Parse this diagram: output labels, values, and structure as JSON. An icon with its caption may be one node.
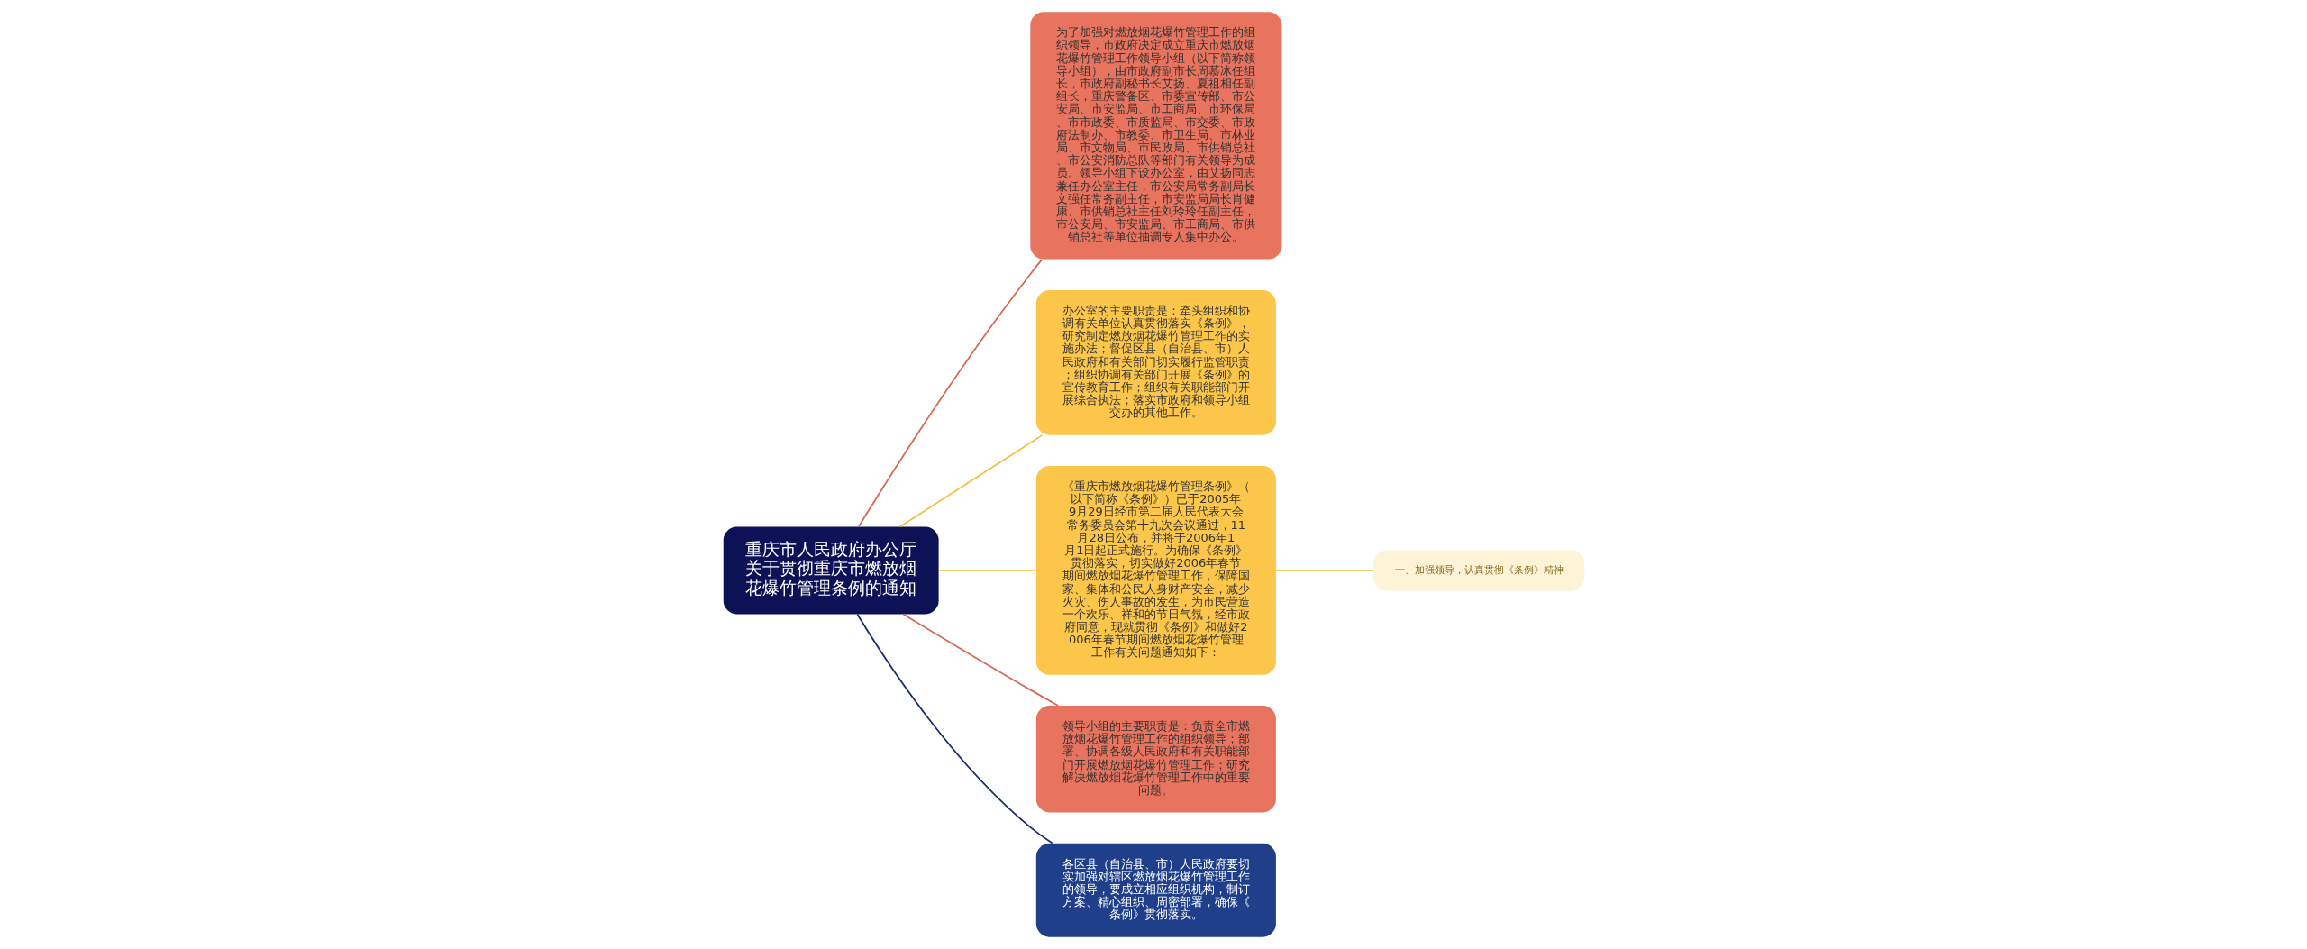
{
  "diagram": {
    "nodes": [
      {
        "text": [
          "重庆市人民政府办公厅关于贯彻重庆市燃放烟花爆竹管理条例的通知"
        ]
      },
      {
        "text": [
          "为了加强对燃放烟花爆竹管理工作的组织领导，市政府决定成立重庆市燃放烟花爆竹管理工作领导小组（以下简称领导小组），由市政府副市长周慕冰任组长，市政府副秘书长艾扬、夏祖相任副组长，重庆警备区、市委宣传部、市公安局、市安监局、市工商局、市环保局、市市政委、市质监局、市交委、市政府法制办、市教委、市卫生局、市林业局、市文物局、市民政局、市供销总社、市公安消防总队等部门有关领导为成员。领导小组下设办公室，由艾扬同志兼任办公室主任，市公安局常务副局长文强任常务副主任，市安监局局长肖健康、市供销总社主任刘玲玲任副主任，市公安局、市安监局、市工商局、市供销总社等单位抽调专人集中办公。"
        ]
      },
      {
        "text": [
          "办公室的主要职责是：牵头组织和协调有关单位认真贯彻落实《条例》，研究制定燃放烟花爆竹管理工作的实施办法；督促区县（自治县、市）人民政府和有关部门切实履行监管职责；组织协调有关部门开展《条例》的宣传教育工作；组织有关职能部门开展综合执法；落实市政府和领导小组交办的其他工作。"
        ]
      },
      {
        "text": [
          "《重庆市燃放烟花爆竹管理条例》（以下简称《条例》）已于2005年9月29日经市第二届人民代表大会常务委员会第十九次会议通过，11月28日公布，并将于2006年1月1日起正式施行。为确保《条例》贯彻落实，切实做好2006年春节期间燃放烟花爆竹管理工作，保障国家、集体和公民人身财产安全，减少火灾、伤人事故的发生，为市民营造一个欢乐、祥和的节日气氛，经市政府同意，现就贯彻《条例》和做好2006年春节期间燃放烟花爆竹管理工作有关问题通知如下："
        ]
      },
      {
        "text": [
          "领导小组的主要职责是：负责全市燃放烟花爆竹管理工作的组织领导；部署、协调各级人民政府和有关职能部门开展燃放烟花爆竹管理工作；研究解决燃放烟花爆竹管理工作中的重要问题。"
        ]
      },
      {
        "text": [
          "各区县（自治县、市）人民政府要切实加强对辖区燃放烟花爆竹管理工作的领导，要成立相应组织机构，制订方案、精心组织、周密部署，确保《条例》贯彻落实。"
        ]
      },
      {
        "text": [
          "一、加强领导，认真贯彻《条例》精神"
        ]
      }
    ],
    "edges": [
      {
        "from": 0,
        "to": 1,
        "arrow": "none",
        "color": "#d2694f"
      },
      {
        "from": 0,
        "to": 2,
        "arrow": "none"
      },
      {
        "from": 0,
        "to": 3,
        "arrow": "none"
      },
      {
        "from": 0,
        "to": 4,
        "arrow": "none",
        "color": "#d2694f"
      },
      {
        "from": 0,
        "to": 5,
        "arrow": "none",
        "color": "#1a2a6c"
      },
      {
        "from": 3,
        "to": 6,
        "arrow": "none"
      }
    ]
  }
}
